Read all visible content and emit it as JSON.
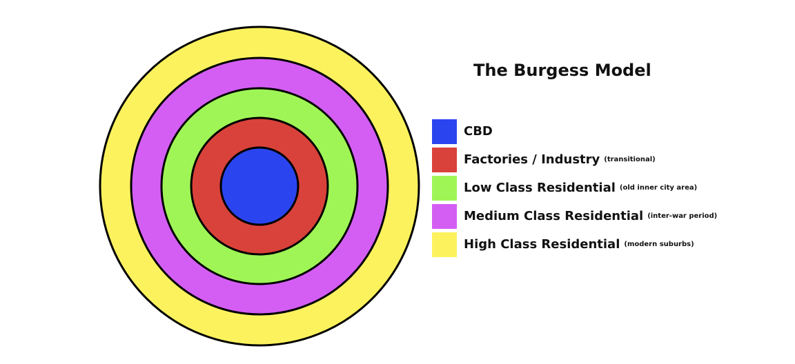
{
  "title": "The Burgess Model",
  "zones": [
    {
      "label": "CBD",
      "note": "",
      "color": "#2a45f0"
    },
    {
      "label": "Factories / Industry",
      "note": "(transitional)",
      "color": "#d9423a"
    },
    {
      "label": "Low Class Residential",
      "note": "(old inner city area)",
      "color": "#9ff556"
    },
    {
      "label": "Medium Class Residential",
      "note": "(inter-war period)",
      "color": "#d45ef4"
    },
    {
      "label": "High Class Residential",
      "note": "(modern suburbs)",
      "color": "#fcf25e"
    }
  ]
}
